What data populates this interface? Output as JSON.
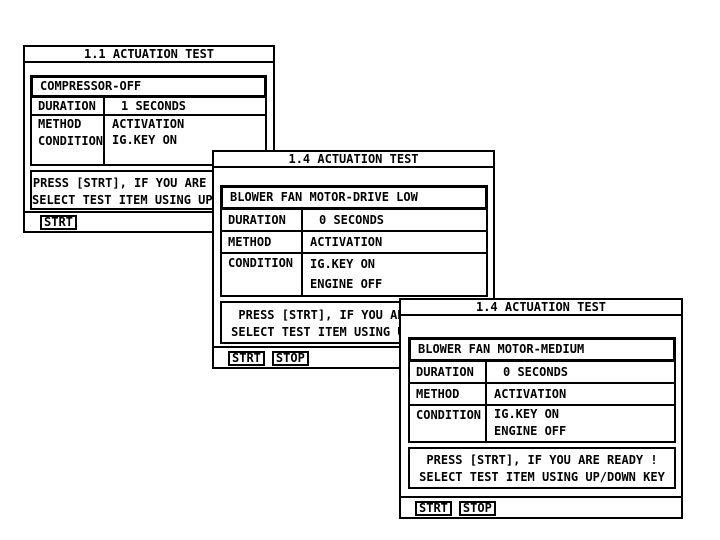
{
  "app": {
    "background_color": "#ffffff",
    "foreground_color": "#000000"
  },
  "windows": [
    {
      "title": "1.1 ACTUATION TEST",
      "test_item": "COMPRESSOR-OFF",
      "rows": [
        {
          "label": "DURATION",
          "values": [
            "1 SECONDS"
          ]
        },
        {
          "label": "METHOD",
          "values": [
            "ACTIVATION"
          ]
        },
        {
          "label": "CONDITION",
          "values": [
            "IG.KEY ON"
          ]
        }
      ],
      "messages": [
        "PRESS [STRT], IF YOU ARE READY !",
        "SELECT TEST ITEM USING UP/DOWN KEY"
      ],
      "buttons": {
        "start": "STRT"
      }
    },
    {
      "title": "1.4 ACTUATION TEST",
      "test_item": "BLOWER FAN MOTOR-DRIVE LOW",
      "rows": [
        {
          "label": "DURATION",
          "values": [
            "0 SECONDS"
          ]
        },
        {
          "label": "METHOD",
          "values": [
            "ACTIVATION"
          ]
        },
        {
          "label": "CONDITION",
          "values": [
            "IG.KEY ON",
            "ENGINE OFF"
          ]
        }
      ],
      "messages": [
        "PRESS [STRT], IF YOU ARE READY !",
        "SELECT TEST ITEM USING UP/DOWN KEY"
      ],
      "buttons": {
        "start": "STRT",
        "stop": "STOP"
      }
    },
    {
      "title": "1.4 ACTUATION TEST",
      "test_item": "BLOWER FAN MOTOR-MEDIUM",
      "rows": [
        {
          "label": "DURATION",
          "values": [
            "0 SECONDS"
          ]
        },
        {
          "label": "METHOD",
          "values": [
            "ACTIVATION"
          ]
        },
        {
          "label": "CONDITION",
          "values": [
            "IG.KEY ON",
            "ENGINE OFF"
          ]
        }
      ],
      "messages": [
        "PRESS [STRT], IF YOU ARE READY !",
        "SELECT TEST ITEM USING UP/DOWN KEY"
      ],
      "buttons": {
        "start": "STRT",
        "stop": "STOP"
      }
    }
  ]
}
